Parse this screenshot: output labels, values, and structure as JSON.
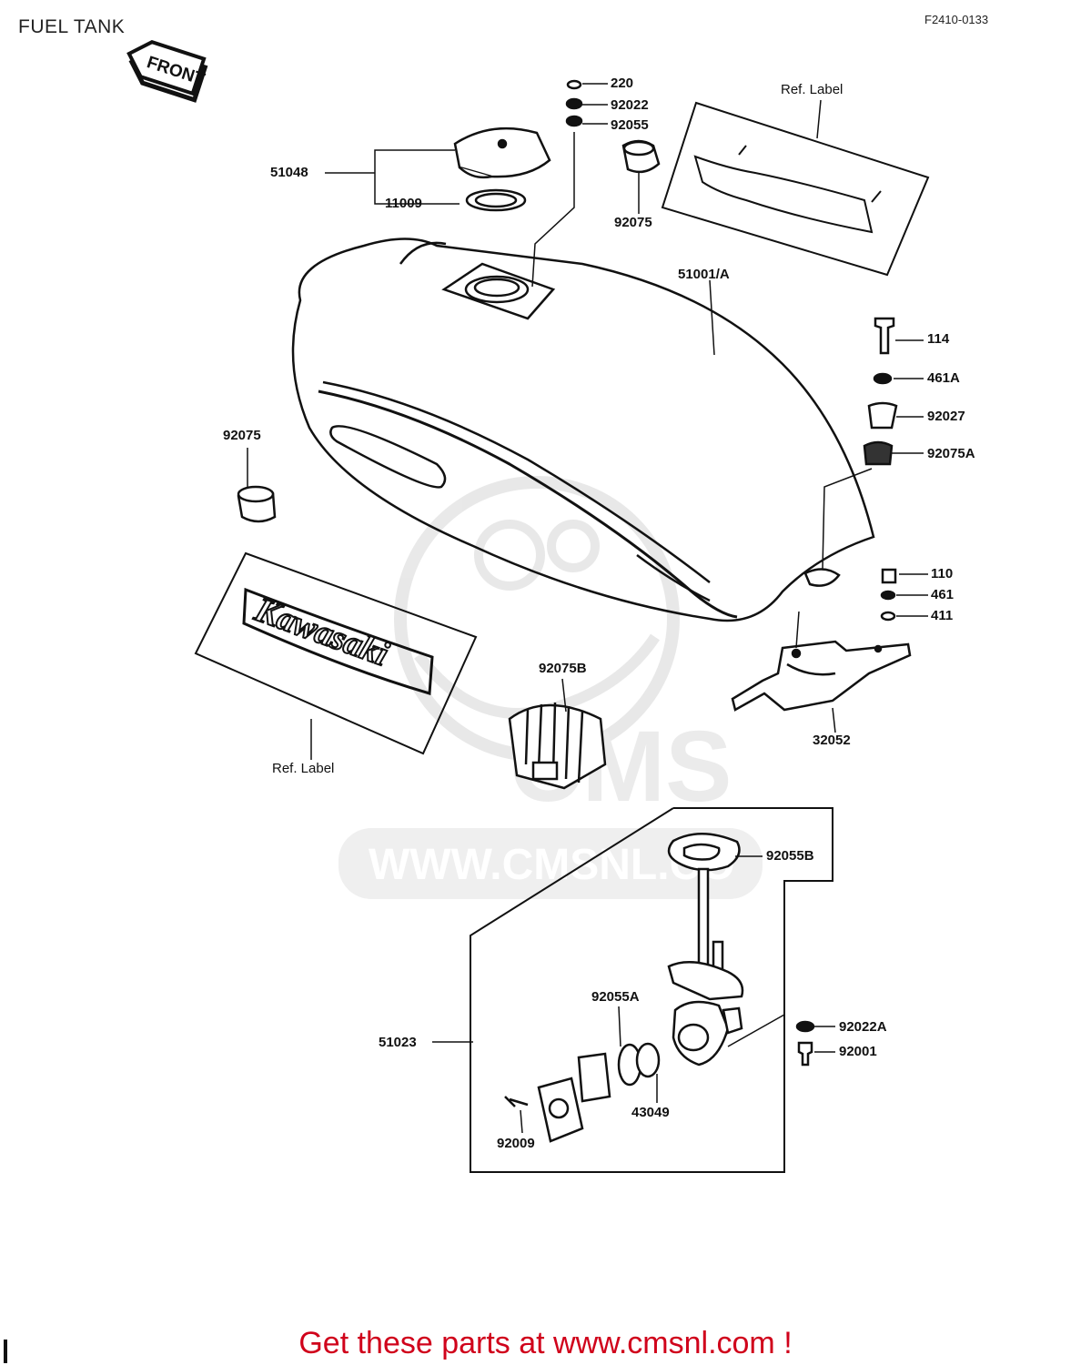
{
  "header": {
    "title": "FUEL TANK",
    "diagram_code": "F2410-0133"
  },
  "front_marker": {
    "label": "FRONT"
  },
  "watermark": {
    "url": "WWW.CMSNL.CO",
    "logo": "CMS"
  },
  "labels": {
    "p220": "220",
    "p92022": "92022",
    "p92055": "92055",
    "ref_label_top": "Ref. Label",
    "p51048": "51048",
    "p11009": "11009",
    "p92075_top": "92075",
    "p51001a": "51001/A",
    "p114": "114",
    "p461a": "461A",
    "p92027": "92027",
    "p92075a": "92075A",
    "p92075_left": "92075",
    "p110": "110",
    "p461": "461",
    "p411": "411",
    "p92075b": "92075B",
    "p32052": "32052",
    "ref_label_bottom": "Ref. Label",
    "p92055b": "92055B",
    "p92055a": "92055A",
    "p51023": "51023",
    "p92022a": "92022A",
    "p92001": "92001",
    "p43049": "43049",
    "p92009": "92009"
  },
  "emblem": {
    "text": "Kawasaki"
  },
  "footer": {
    "cta": "Get these parts at www.cmsnl.com !"
  }
}
